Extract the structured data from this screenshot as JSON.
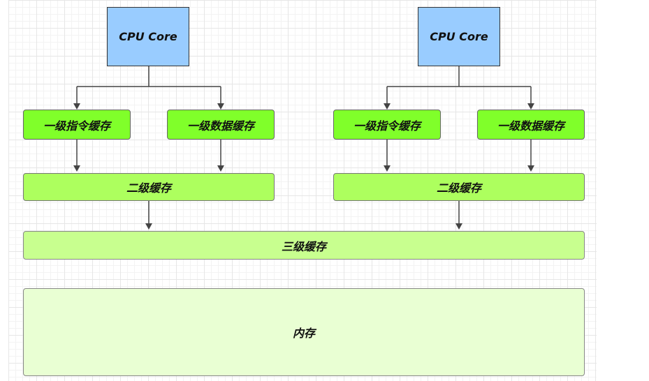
{
  "diagram": {
    "left_core": {
      "label": "CPU Core"
    },
    "right_core": {
      "label": "CPU Core"
    },
    "left_l1_instruction": {
      "label": "一级指令缓存"
    },
    "left_l1_data": {
      "label": "一级数据缓存"
    },
    "right_l1_instruction": {
      "label": "一级指令缓存"
    },
    "right_l1_data": {
      "label": "一级数据缓存"
    },
    "left_l2": {
      "label": "二级缓存"
    },
    "right_l2": {
      "label": "二级缓存"
    },
    "l3": {
      "label": "三级缓存"
    },
    "memory": {
      "label": "内存"
    }
  },
  "colors": {
    "core": "#99ccff",
    "l1": "#80ff2a",
    "l2": "#adff5e",
    "l3": "#c8ff8f",
    "memory": "#e9ffd3",
    "connector": "#444444"
  }
}
